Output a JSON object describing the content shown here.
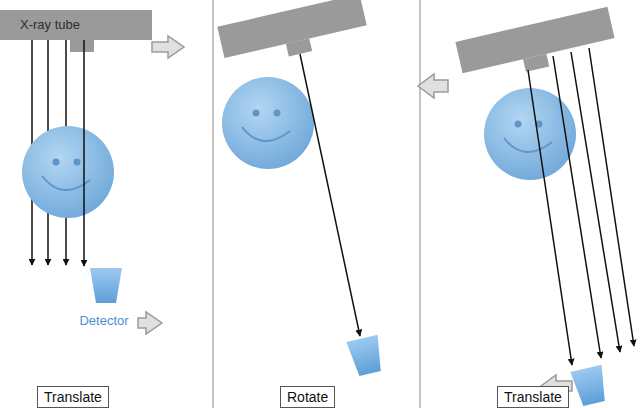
{
  "diagram": {
    "nodes": [
      {
        "text": [
          "X-ray tube"
        ]
      },
      {
        "text": [
          "Detector"
        ]
      },
      {
        "text": [
          "Translate"
        ]
      },
      {
        "text": [
          "Rotate"
        ]
      },
      {
        "text": [
          "Translate"
        ]
      }
    ],
    "edges": [
      {
        "from": 0,
        "to": 1,
        "arrow": "to"
      }
    ]
  }
}
